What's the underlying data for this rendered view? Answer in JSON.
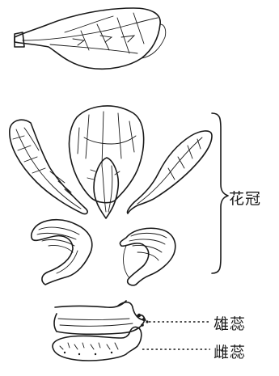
{
  "labels": {
    "corolla": "花冠",
    "stamens": "雄蕊",
    "pistil": "雌蕊"
  },
  "colors": {
    "ink": "#1a1a1a",
    "paper": "#ffffff"
  }
}
